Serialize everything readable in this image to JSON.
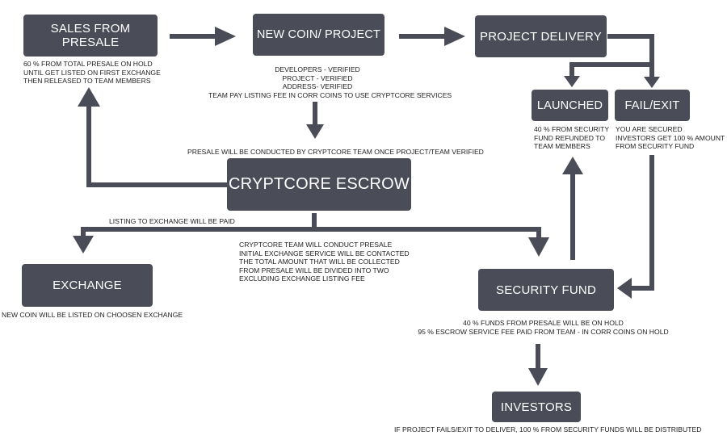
{
  "nodes": {
    "sales_from_presale": "SALES FROM PRESALE",
    "new_coin_project": "NEW COIN/ PROJECT",
    "project_delivery": "PROJECT DELIVERY",
    "launched": "LAUNCHED",
    "fail_exit": "FAIL/EXIT",
    "cryptcore_escrow": "CRYPTCORE ESCROW",
    "exchange": "EXCHANGE",
    "security_fund": "SECURITY FUND",
    "investors": "INVESTORS"
  },
  "notes": {
    "sales_presale": [
      "60 % FROM TOTAL PRESALE ON HOLD",
      "UNTIL GET LISTED ON FIRST EXCHANGE",
      "THEN RELEASED TO TEAM MEMBERS"
    ],
    "new_coin": [
      "DEVELOPERS - VERIFIED",
      "PROJECT - VERIFIED",
      "ADDRESS- VERIFIED",
      "TEAM PAY LISTING FEE IN CORR COINS TO USE CRYPTCORE SERVICES"
    ],
    "launched": [
      "40 % FROM SECURITY",
      "FUND REFUNDED TO",
      "TEAM MEMBERS"
    ],
    "fail_exit": [
      "YOU ARE SECURED",
      "INVESTORS GET 100 % AMOUNT",
      "FROM SECURITY FUND"
    ],
    "presale_conducted": "PRESALE WILL BE CONDUCTED BY CRYPTCORE TEAM ONCE PROJECT/TEAM VERIFIED",
    "listing_paid": "LISTING TO EXCHANGE WILL BE PAID",
    "escrow_process": [
      "CRYPTCORE TEAM WILL CONDUCT PRESALE",
      "INITIAL EXCHANGE SERVICE WILL BE CONTACTED",
      "THE TOTAL AMOUNT THAT WILL BE COLLECTED",
      "FROM PRESALE WILL BE DIVIDED INTO TWO",
      "EXCLUDING EXCHANGE LISTING FEE"
    ],
    "exchange_listing": "NEW COIN WILL BE LISTED ON CHOOSEN EXCHANGE",
    "security_fund": [
      "40 % FUNDS FROM PRESALE WILL BE ON HOLD",
      "95 % ESCROW SERVICE FEE PAID FROM TEAM - IN CORR COINS ON HOLD"
    ],
    "investors": "IF PROJECT FAILS/EXIT TO DELIVER, 100 % FROM SECURITY FUNDS WILL BE DISTRIBUTED"
  },
  "colors": {
    "box_fill": "#4a4d57",
    "box_text": "#ffffff",
    "connector": "#4a4d57"
  }
}
